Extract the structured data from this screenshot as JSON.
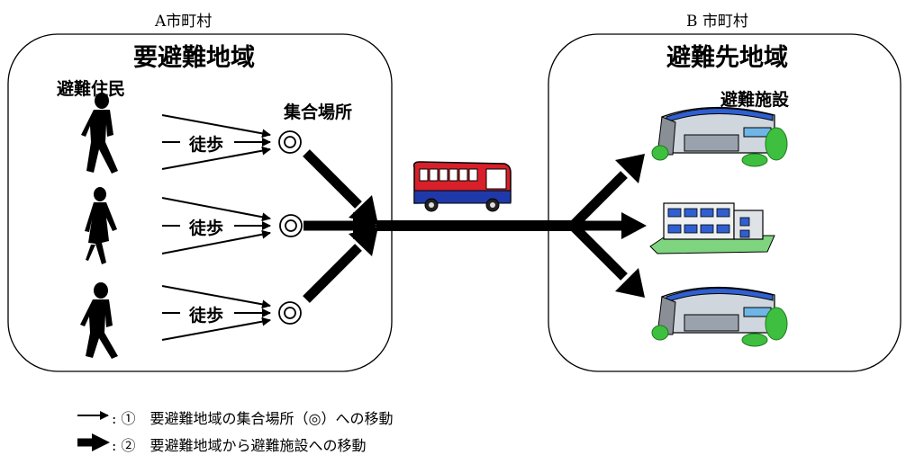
{
  "region_a": {
    "municipality": "A市町村",
    "title": "要避難地域",
    "residents_label": "避難住民",
    "gathering_label": "集合場所",
    "walk_labels": [
      "徒歩",
      "徒歩",
      "徒歩"
    ]
  },
  "region_b": {
    "municipality": "B 市町村",
    "title": "避難先地域",
    "facility_label": "避難施設"
  },
  "legend": [
    {
      "symbol": "thin-arrow",
      "text": ": ①　要避難地域の集合場所（◎）への移動"
    },
    {
      "symbol": "thick-arrow",
      "text": ": ②　要避難地域から避難施設への移動"
    }
  ],
  "colors": {
    "bus_red": "#d8202a",
    "bus_blue": "#1f3aa8",
    "building_green": "#3fbf3f",
    "roof_blue": "#2f5fd0"
  }
}
